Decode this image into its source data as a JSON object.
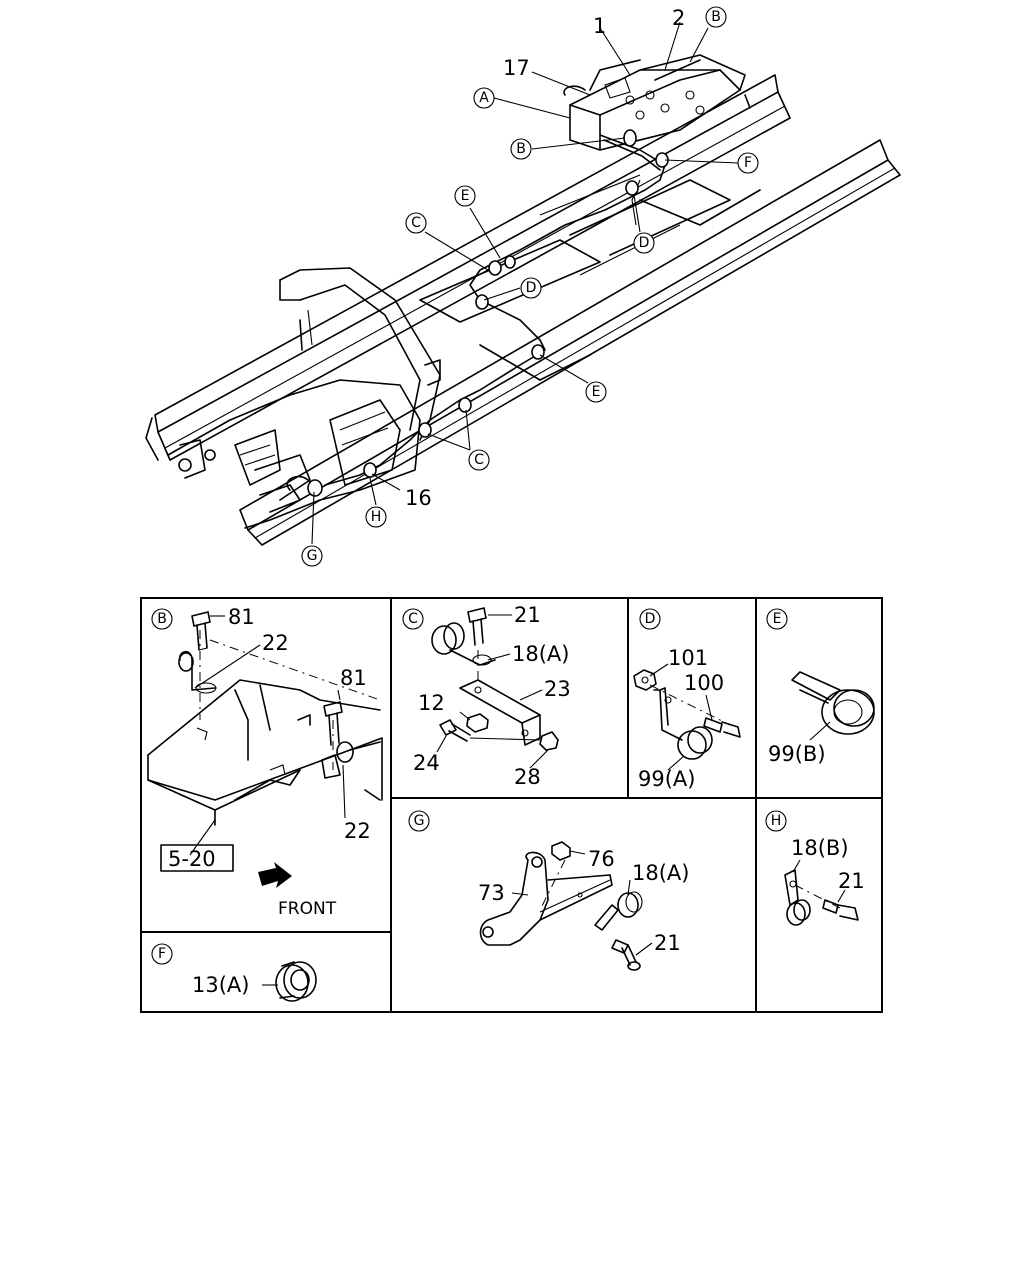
{
  "main_view": {
    "part_labels": [
      "1",
      "2",
      "17",
      "16"
    ],
    "callouts": [
      "A",
      "B",
      "B",
      "F",
      "E",
      "C",
      "D",
      "D",
      "E",
      "C",
      "H",
      "G"
    ]
  },
  "details": {
    "B": {
      "letter": "B",
      "labels": [
        "81",
        "22",
        "81",
        "22"
      ],
      "ref_box": "5-20",
      "front_label": "FRONT"
    },
    "C": {
      "letter": "C",
      "labels": [
        "21",
        "18(A)",
        "23",
        "12",
        "24",
        "28"
      ]
    },
    "D": {
      "letter": "D",
      "labels": [
        "101",
        "100",
        "99(A)"
      ]
    },
    "E": {
      "letter": "E",
      "labels": [
        "99(B)"
      ]
    },
    "F": {
      "letter": "F",
      "labels": [
        "13(A)"
      ]
    },
    "G": {
      "letter": "G",
      "labels": [
        "76",
        "18(A)",
        "73",
        "21"
      ]
    },
    "H": {
      "letter": "H",
      "labels": [
        "18(B)",
        "21"
      ]
    }
  }
}
